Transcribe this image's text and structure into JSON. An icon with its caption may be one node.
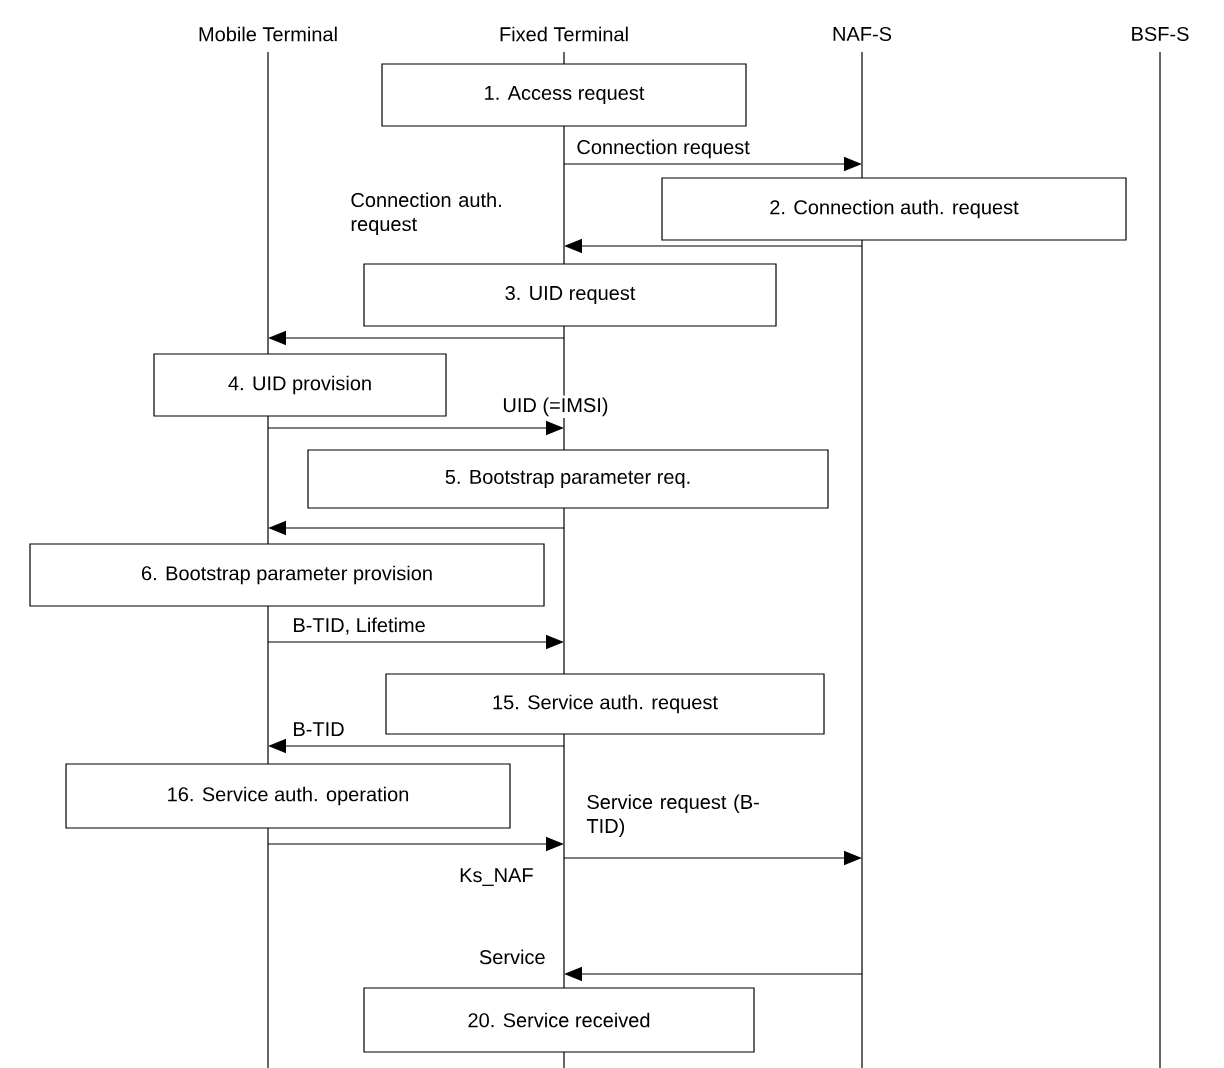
{
  "diagram": {
    "nodes": [
      {
        "text": [
          "Mobile Terminal"
        ]
      },
      {
        "text": [
          "Fixed Terminal"
        ]
      },
      {
        "text": [
          "NAF-S"
        ]
      },
      {
        "text": [
          "BSF-S"
        ]
      },
      {
        "text": [
          "1. Access request"
        ]
      },
      {
        "text": [
          "2. Connection auth. request"
        ]
      },
      {
        "text": [
          "3. UID request"
        ]
      },
      {
        "text": [
          "4. UID provision"
        ]
      },
      {
        "text": [
          "5. Bootstrap parameter req."
        ]
      },
      {
        "text": [
          "6. Bootstrap parameter provision"
        ]
      },
      {
        "text": [
          "15. Service auth. request"
        ]
      },
      {
        "text": [
          "16. Service auth. operation"
        ]
      },
      {
        "text": [
          "20. Service received"
        ]
      }
    ],
    "edges": [
      {
        "from": 1,
        "to": 2,
        "arrow": "to",
        "label": "Connection request"
      },
      {
        "from": 2,
        "to": 1,
        "arrow": "to",
        "label": "Connection auth. request"
      },
      {
        "from": 1,
        "to": 0,
        "arrow": "to"
      },
      {
        "from": 0,
        "to": 1,
        "arrow": "to",
        "label": "UID (=IMSI)"
      },
      {
        "from": 1,
        "to": 0,
        "arrow": "to"
      },
      {
        "from": 0,
        "to": 1,
        "arrow": "to",
        "label": "B-TID, Lifetime"
      },
      {
        "from": 1,
        "to": 0,
        "arrow": "to",
        "label": "B-TID"
      },
      {
        "from": 0,
        "to": 1,
        "arrow": "to",
        "label": "Ks_NAF"
      },
      {
        "from": 1,
        "to": 2,
        "arrow": "to",
        "label": "Service request (B-TID)"
      },
      {
        "from": 2,
        "to": 1,
        "arrow": "to",
        "label": "Service"
      }
    ]
  }
}
